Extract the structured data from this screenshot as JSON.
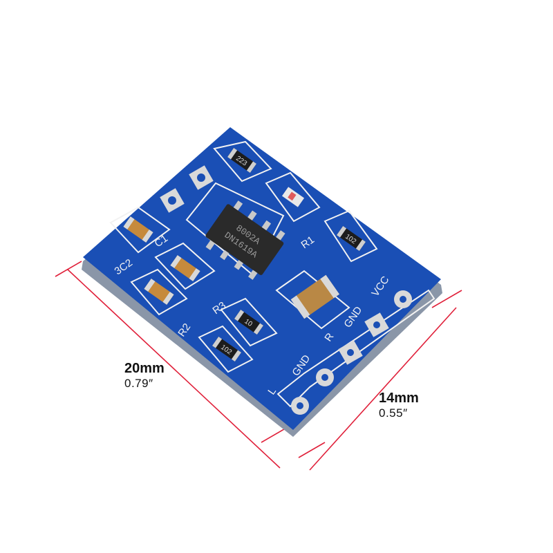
{
  "dimensions": {
    "length": {
      "metric": "20mm",
      "imperial": "0.79″"
    },
    "width": {
      "metric": "14mm",
      "imperial": "0.55″"
    }
  },
  "board": {
    "color": "#1a4fb5",
    "chip_markings": [
      "8002A",
      "DN1619A"
    ],
    "silkscreen": {
      "c1": "C1",
      "c2": "3C2",
      "r1": "R1",
      "r2": "R2",
      "r3": "R3",
      "pin_l": "L",
      "pin_gnd1": "GND",
      "pin_r": "R",
      "pin_gnd2": "GND",
      "pin_vcc": "VCC"
    },
    "resistor_codes": {
      "r_top": "223",
      "r_right": "102",
      "r_mid": "10",
      "r_low": "102"
    }
  },
  "colors": {
    "dimension_line": "#e0203a",
    "solder_pad": "#d9d9d9",
    "capacitor": "#c68a3c",
    "chip": "#2a2a2a"
  }
}
